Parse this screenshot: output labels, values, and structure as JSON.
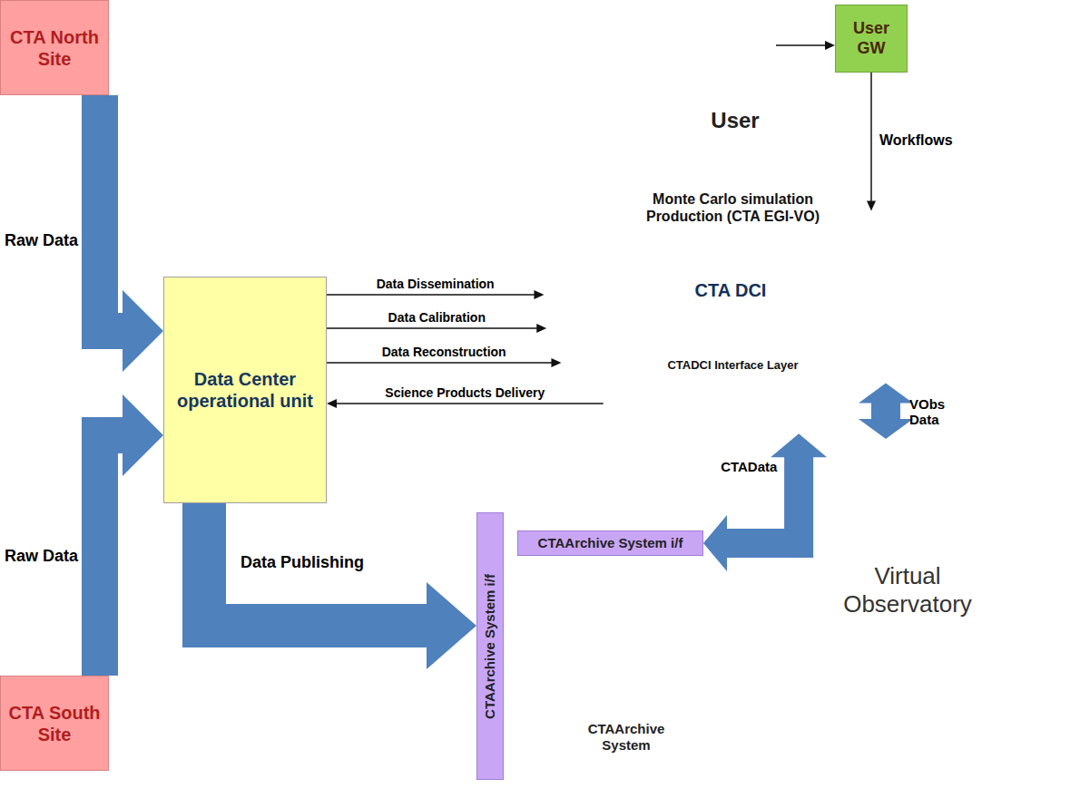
{
  "diagram": {
    "nodes": [
      {
        "text": [
          "CTA North Site"
        ]
      },
      {
        "text": [
          "User"
        ]
      },
      {
        "text": [
          "User GW"
        ]
      },
      {
        "text": [
          "Monte Carlo simulation Production (CTA EGI-VO)",
          "CTADCI Interface Layer"
        ]
      },
      {
        "text": [
          "CTA DCI"
        ],
        "in": 3
      },
      {
        "text": [
          "Data Center operational unit"
        ]
      },
      {
        "text": [
          "Virtual Observatory"
        ]
      },
      {
        "text": [
          "CTAArchive System i/f"
        ],
        "in": 6
      },
      {
        "text": [
          "CTAArchive System i/f"
        ],
        "in": 6
      },
      {
        "text": [
          "CTAArchive System"
        ],
        "in": 6
      },
      {
        "text": [
          "CTA South Site"
        ]
      }
    ],
    "edges": [
      {
        "from": 0,
        "to": 5,
        "label": "Raw Data",
        "arrow": "to"
      },
      {
        "from": 10,
        "to": 5,
        "label": "Raw Data",
        "arrow": "to"
      },
      {
        "from": 1,
        "to": 2,
        "arrow": "to"
      },
      {
        "from": 2,
        "to": 3,
        "label": "Workflows",
        "arrow": "to"
      },
      {
        "from": 5,
        "to": 3,
        "label": "Data Dissemination",
        "arrow": "to"
      },
      {
        "from": 5,
        "to": 3,
        "label": "Data Calibration",
        "arrow": "to"
      },
      {
        "from": 5,
        "to": 3,
        "label": "Data Reconstruction",
        "arrow": "to"
      },
      {
        "from": 3,
        "to": 5,
        "label": "Science Products Delivery",
        "arrow": "to"
      },
      {
        "from": 5,
        "to": 8,
        "label": "Data Publishing",
        "arrow": "to"
      },
      {
        "from": 3,
        "to": 7,
        "label": "CTAData",
        "arrow": "both"
      },
      {
        "from": 3,
        "to": 6,
        "label": "VObs Data",
        "arrow": "both"
      }
    ]
  }
}
